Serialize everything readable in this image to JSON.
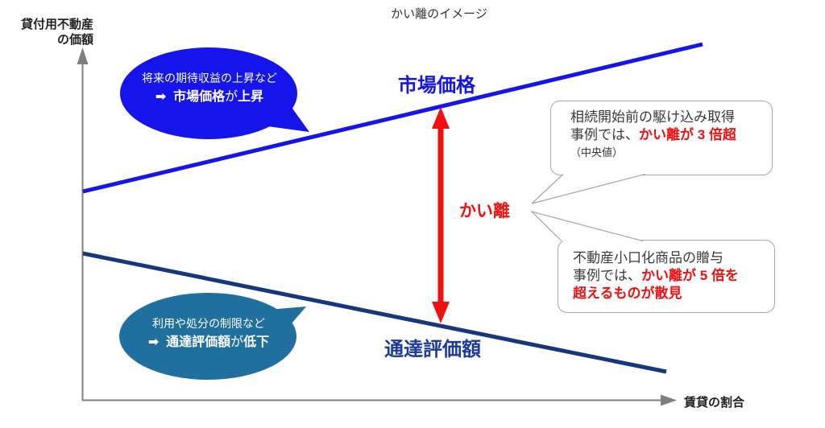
{
  "title": "かい離のイメージ",
  "axes": {
    "y_label_line1": "貸付用不動産",
    "y_label_line2": "の価額",
    "x_label": "賃貸の割合"
  },
  "lines": {
    "market_price_label": "市場価格",
    "notice_value_label": "通達評価額"
  },
  "divergence": {
    "label": "かい離"
  },
  "bubbles": {
    "top": {
      "line1": "将来の期待収益の上昇など",
      "arrow": "➡",
      "bold1": "市場価格",
      "mid": "が",
      "bold2": "上昇"
    },
    "bottom": {
      "line1": "利用や処分の制限など",
      "arrow": "➡",
      "bold1": "通達評価額",
      "mid": "が",
      "bold2": "低下"
    }
  },
  "callouts": {
    "top": {
      "line1": "相続開始前の駆け込み取得",
      "line2_black": "事例では、",
      "line2_red": "かい離が 3 倍超",
      "note": "（中央値）"
    },
    "bottom": {
      "line1": "不動産小口化商品の贈与",
      "line2_black": "事例では、",
      "line2_red": "かい離が 5 倍を",
      "line3_red": "超えるものが散見"
    }
  },
  "colors": {
    "accent_blue": "#1515EB",
    "navy_line": "#17367D",
    "navy_text": "#1B3A9B",
    "teal_bubble": "#1F6F9F",
    "red": "#F01010",
    "axis_gray": "#7F7F7F",
    "callout_border": "#A6A6A6",
    "text_dark": "#333333"
  }
}
